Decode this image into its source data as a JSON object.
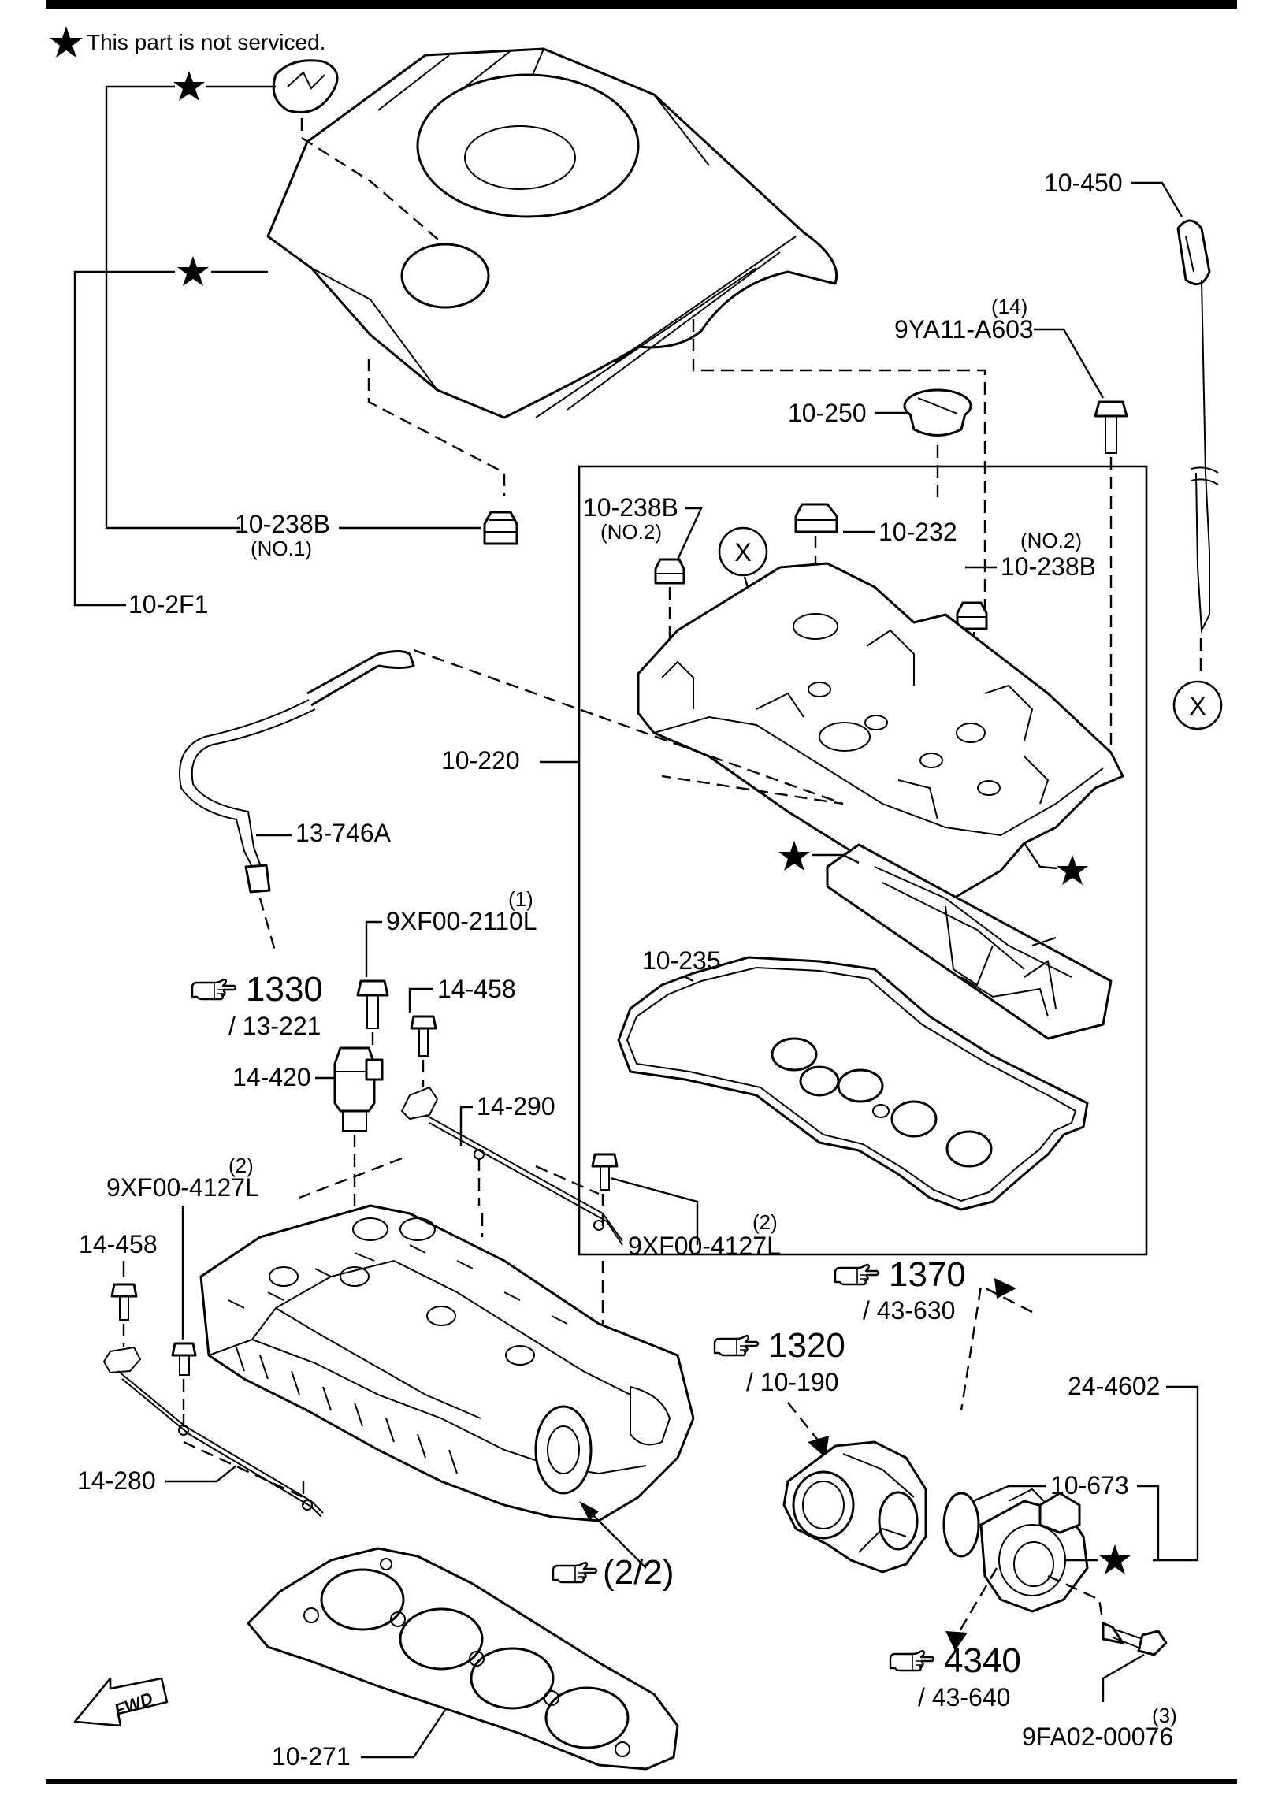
{
  "legend": {
    "note_text": "This part is not serviced."
  },
  "parts": {
    "engine_cover_emblem": "★",
    "engine_cover": "★",
    "grommet_no1": "10-238B",
    "grommet_no1_sub": "(NO.1)",
    "cover_assy": "10-2F1",
    "oil_level_gauge": "10-450",
    "bolt_qty": "(14)",
    "bolt_part": "9YA11-A603",
    "oil_filler_cap": "10-250",
    "grommet_no2_left": "10-238B",
    "grommet_no2_left_sub": "(NO.2)",
    "seal_232": "10-232",
    "grommet_no2_right_sub": "(NO.2)",
    "grommet_no2_right": "10-238B",
    "x_marker_left": "X",
    "x_marker_right": "X",
    "head_cover": "10-220",
    "ventilation_hose": "13-746A",
    "baffle_star": "★",
    "cover_star": "★",
    "head_cover_gasket": "10-235",
    "bolt1_qty": "(1)",
    "bolt1_part": "9XF00-2110L",
    "bolt_14458_top": "14-458",
    "ocv": "14-420",
    "oil_pipe_290": "14-290",
    "bolt2_left_qty": "(2)",
    "bolt2_left_part": "9XF00-4127L",
    "bolt2_right_qty": "(2)",
    "bolt2_right_part": "9XF00-4127L",
    "bolt_14458_left": "14-458",
    "oil_pipe_280": "14-280",
    "cylinder_head_gasket": "10-271",
    "vacuum_pump": "24-4602",
    "o_ring": "10-673",
    "pump_star": "★",
    "pump_bolt_qty": "(3)",
    "pump_bolt_part": "9FA02-00076",
    "fwd_label": "FWD"
  },
  "references": {
    "ref_1330_num": "1330",
    "ref_1330_sub": "/ 13-221",
    "ref_1370_num": "1370",
    "ref_1370_sub": "/ 43-630",
    "ref_1320_num": "1320",
    "ref_1320_sub": "/ 10-190",
    "ref_4340_num": "4340",
    "ref_4340_sub": "/ 43-640",
    "ref_22_text": "(2/2)"
  },
  "icons": [
    "star-icon",
    "pointing-hand-icon",
    "fwd-arrow-icon"
  ]
}
